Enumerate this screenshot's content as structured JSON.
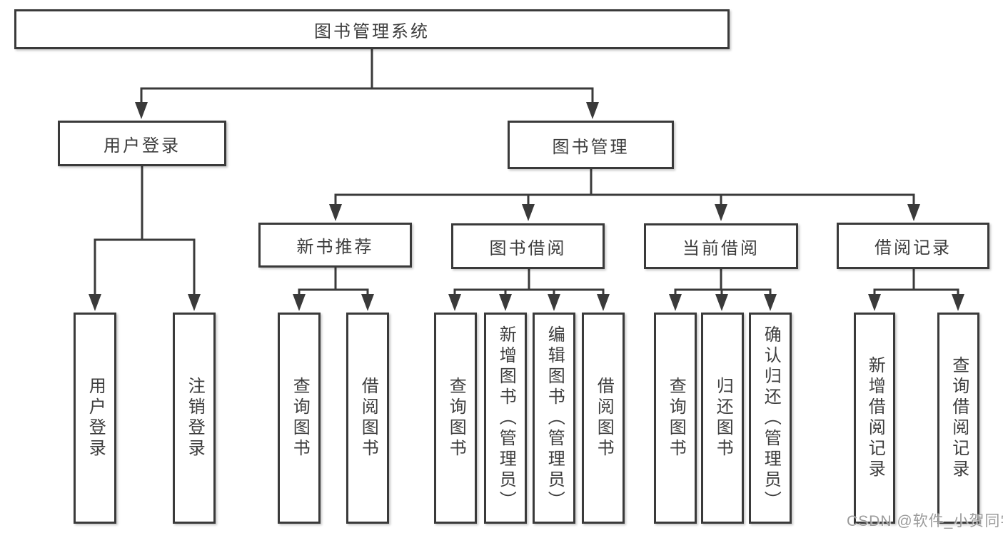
{
  "diagram": {
    "title": "图书管理系统",
    "user_login": {
      "label": "用户登录",
      "children": {
        "login": "用户登录",
        "logout": "注销登录"
      }
    },
    "book_mgmt": {
      "label": "图书管理",
      "new_books": {
        "label": "新书推荐",
        "children": {
          "query": "查询图书",
          "borrow": "借阅图书"
        }
      },
      "borrowing": {
        "label": "图书借阅",
        "children": {
          "query": "查询图书",
          "add": "新增图书（管理员）",
          "edit": "编辑图书（管理员）",
          "borrow": "借阅图书"
        }
      },
      "current": {
        "label": "当前借阅",
        "children": {
          "query": "查询图书",
          "return": "归还图书",
          "confirm": "确认归还（管理员）"
        }
      },
      "records": {
        "label": "借阅记录",
        "children": {
          "add": "新增借阅记录",
          "query": "查询借阅记录"
        }
      }
    }
  },
  "watermark": "CSDN @软件_小贺同学",
  "colors": {
    "line": "#3a3a3a",
    "text": "#3d3d3d",
    "watermark": "#969696",
    "background": "#ffffff"
  }
}
